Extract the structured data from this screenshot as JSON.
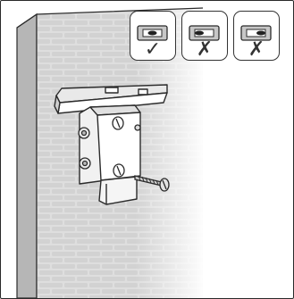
{
  "level_checks": [
    {
      "name": "level-indicator-correct",
      "bubble": "centered",
      "mark": "✓",
      "mark_icon": "check-icon"
    },
    {
      "name": "level-indicator-tilted-left",
      "bubble": "left",
      "mark": "✗",
      "mark_icon": "cross-icon"
    },
    {
      "name": "level-indicator-tilted-right",
      "bubble": "right",
      "mark": "✗",
      "mark_icon": "cross-icon"
    }
  ],
  "colors": {
    "wall_face": "#dcdcdc",
    "wall_side": "#b4b4b4",
    "metal": "#f2f2f2",
    "outline": "#2b2b2b"
  }
}
